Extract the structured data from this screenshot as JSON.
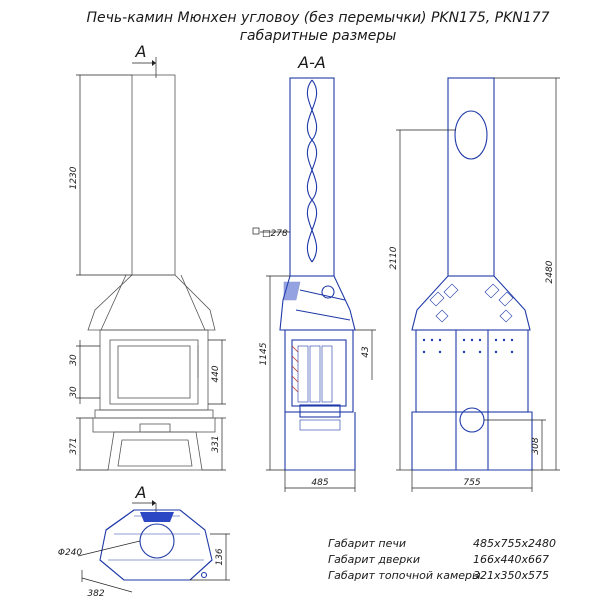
{
  "title": {
    "line1": "Печь-камин Мюнхен угловоу (без перемычки) PKN175, PKN177",
    "line2": "габаритные размеры"
  },
  "section_labels": {
    "cut_top": "A",
    "cut_bottom": "A",
    "section_view": "A-A"
  },
  "dimensions": {
    "chimney_height": "1230",
    "top_gap": "30",
    "bottom_gap": "30",
    "door_height": "440",
    "base_height": "371",
    "door_base": "331",
    "pipe_square": "□278",
    "body_height": "1145",
    "tile_offset": "43",
    "section_depth": "485",
    "total_to_hood": "2110",
    "total_height": "2480",
    "outlet_height": "308",
    "rear_width": "755",
    "flue_diameter": "Φ240",
    "plan_depth": "136",
    "plan_width": "382"
  },
  "specs": [
    {
      "label": "Габарит печи",
      "value": "485x755x2480"
    },
    {
      "label": "Габарит дверки",
      "value": "166x440x667"
    },
    {
      "label": "Габарит топочной камеры",
      "value": "321x350x575"
    }
  ],
  "colors": {
    "outline_blue": "#1f3aa8",
    "fill_blue": "#2c47c4",
    "dimension_line": "#222222",
    "hatch_red": "#c0392b"
  }
}
